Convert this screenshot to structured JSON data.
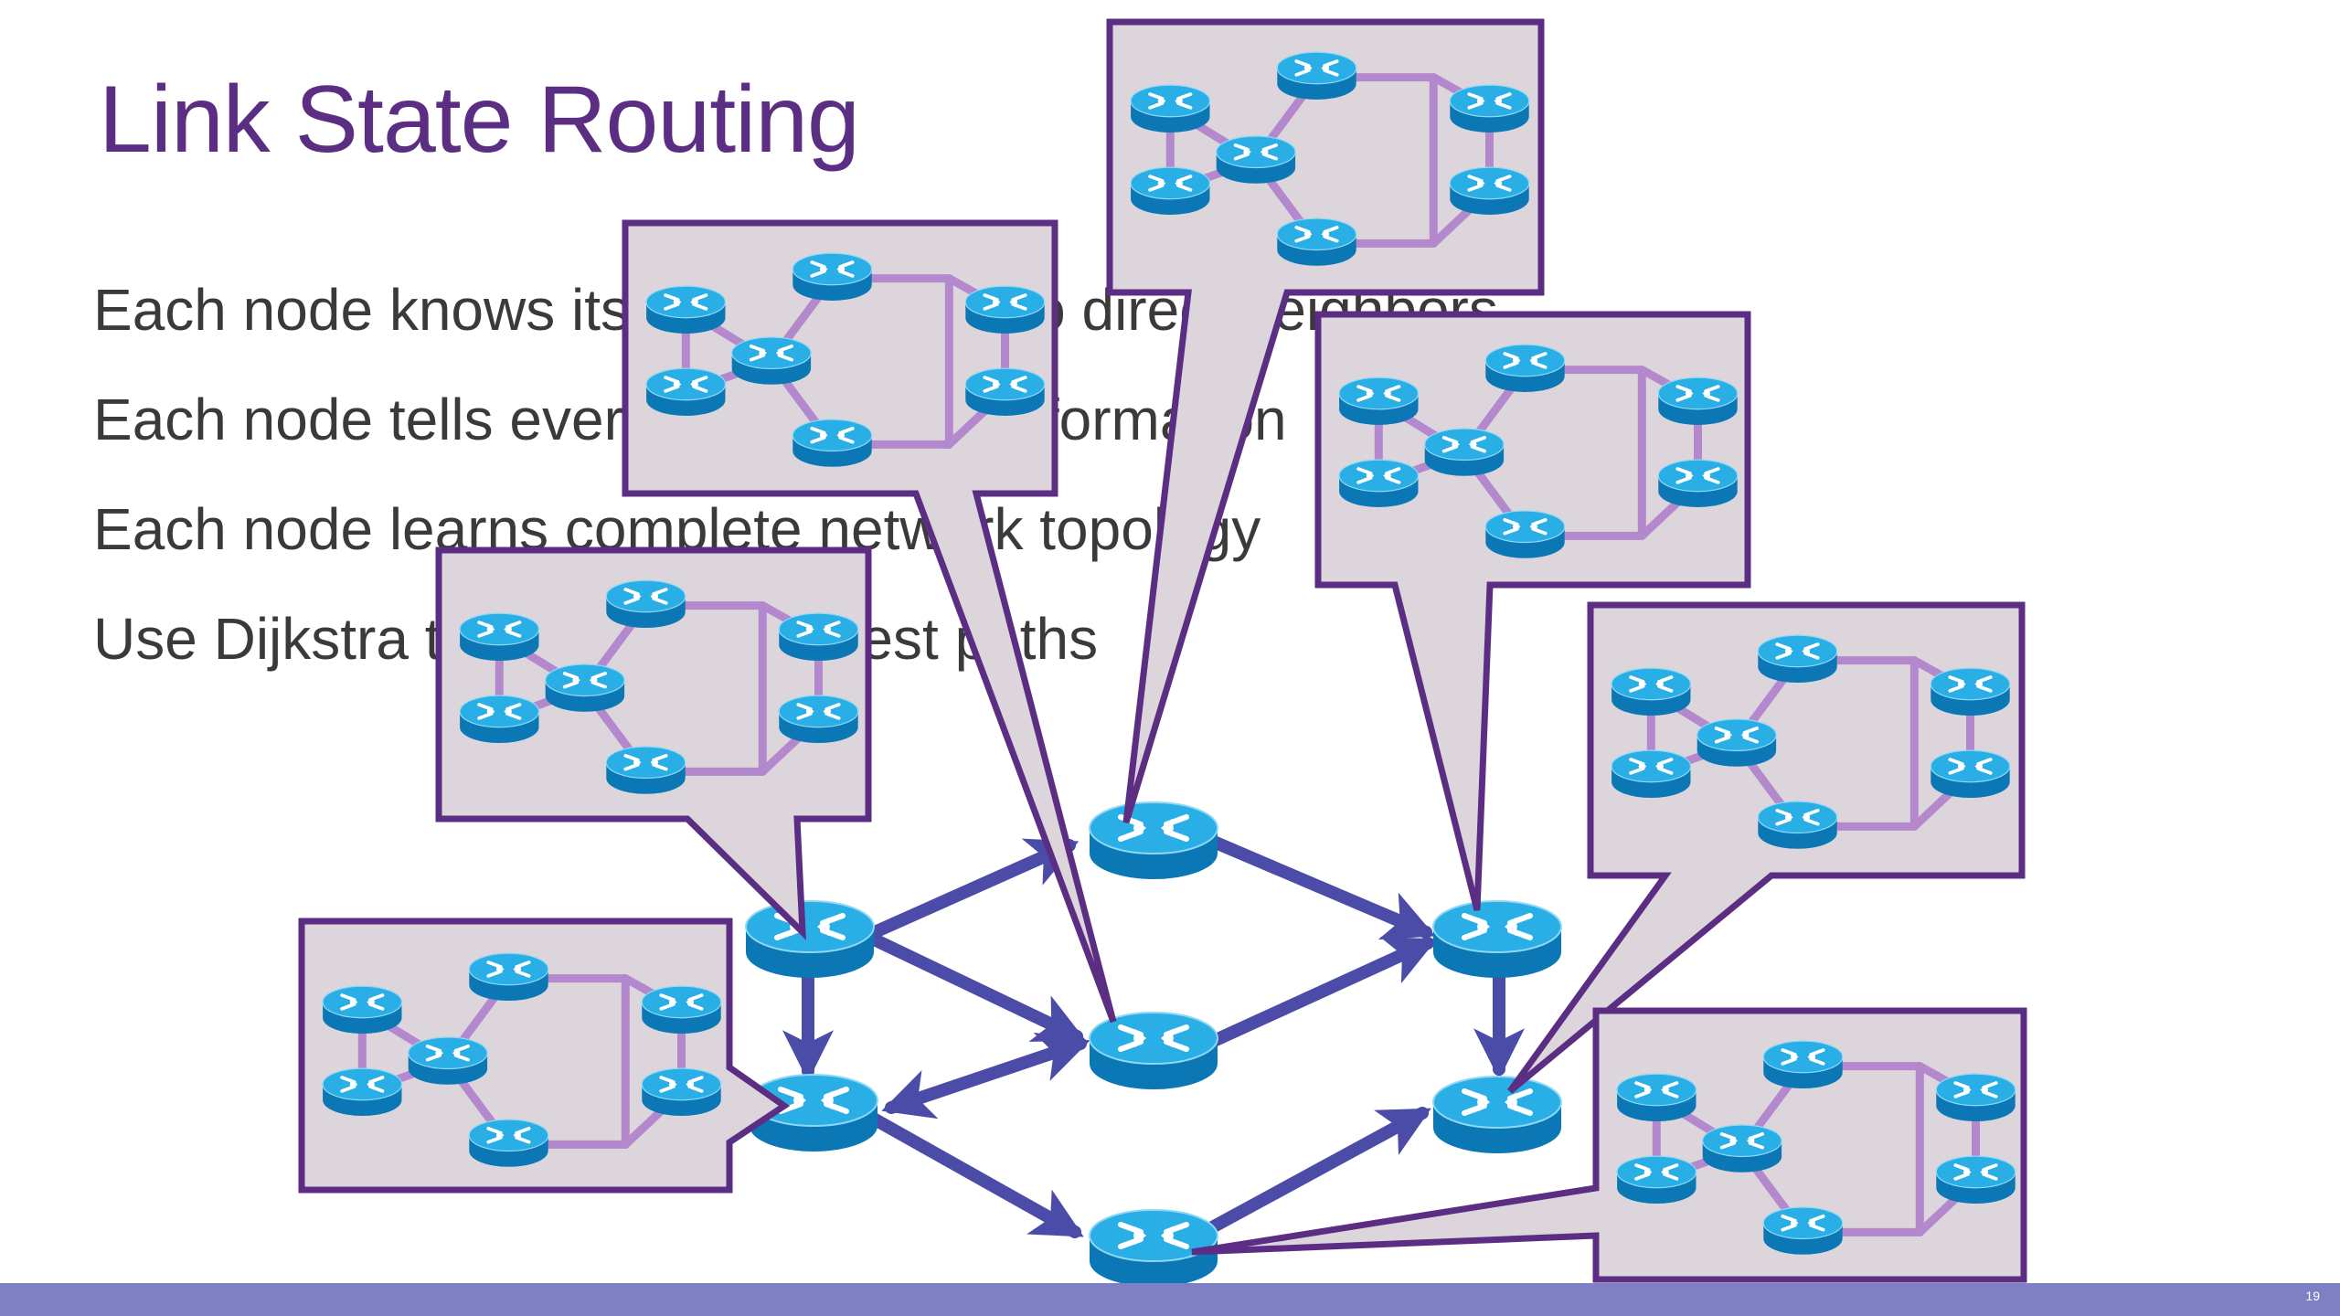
{
  "slide": {
    "title": "Link State Routing",
    "bullets": [
      "Each node knows its links and cost to direct neighbors",
      "Each node tells everyone else this information",
      "Each node learns complete network topology",
      "Use Dijkstra to compute shortest paths"
    ],
    "slide_number": "19"
  },
  "colors": {
    "title": "#5b2e83",
    "text": "#3a3a3a",
    "arrow": "#4b4ba8",
    "callout_fill": "#dcd6dc",
    "callout_border": "#5b2e83",
    "mini_link": "#b388cc",
    "router_top": "#29aee6",
    "router_side": "#0b78b5",
    "bottom_bar": "#7f7fc4"
  },
  "network": {
    "routers": [
      "r1",
      "r2",
      "r3",
      "r4",
      "r5",
      "r6",
      "r7"
    ],
    "links": [
      {
        "from": "r1",
        "to": "r2",
        "arrow": "end"
      },
      {
        "from": "r1",
        "to": "r3",
        "arrow": "end"
      },
      {
        "from": "r1",
        "to": "r4",
        "arrow": "end"
      },
      {
        "from": "r4",
        "to": "r2",
        "arrow": "both"
      },
      {
        "from": "r4",
        "to": "r5",
        "arrow": "end"
      },
      {
        "from": "r3",
        "to": "r6",
        "arrow": "end"
      },
      {
        "from": "r2",
        "to": "r6",
        "arrow": "end"
      },
      {
        "from": "r6",
        "to": "r7",
        "arrow": "end"
      },
      {
        "from": "r5",
        "to": "r7",
        "arrow": "end"
      }
    ]
  },
  "callouts": [
    {
      "attached_to": "r4",
      "content": "network-topology-copy"
    },
    {
      "attached_to": "r1",
      "content": "network-topology-copy"
    },
    {
      "attached_to": "r2",
      "content": "network-topology-copy"
    },
    {
      "attached_to": "r3",
      "content": "network-topology-copy"
    },
    {
      "attached_to": "r6",
      "content": "network-topology-copy"
    },
    {
      "attached_to": "r7",
      "content": "network-topology-copy"
    },
    {
      "attached_to": "r5",
      "content": "network-topology-copy"
    }
  ],
  "icons": {
    "router": "router-icon",
    "arrow": "arrow-icon"
  }
}
